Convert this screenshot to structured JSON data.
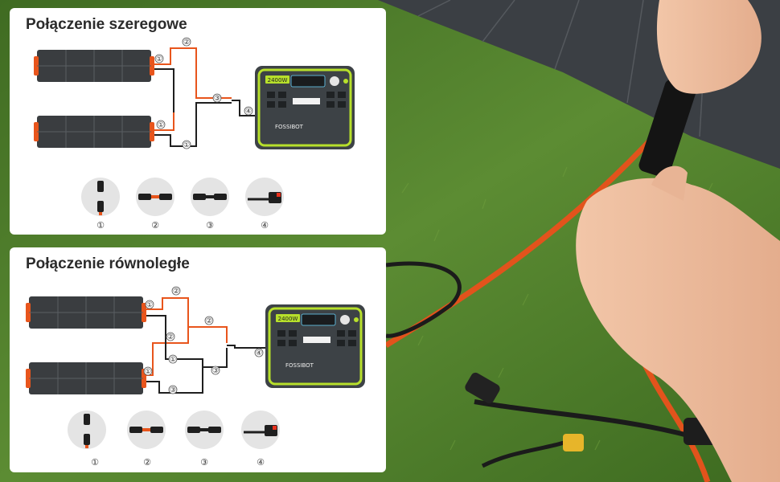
{
  "series_section": {
    "title": "Połączenie szeregowe",
    "device_brand": "FOSSIBOT",
    "device_badge": "2400W",
    "wire_markers": [
      "①",
      "②",
      "①",
      "①",
      "③",
      "④"
    ],
    "connector_labels": [
      "①",
      "②",
      "③",
      "④"
    ]
  },
  "parallel_section": {
    "title": "Połączenie równoległe",
    "device_brand": "FOSSIBOT",
    "device_badge": "2400W",
    "wire_markers": [
      "①",
      "②",
      "②",
      "②",
      "①",
      "①",
      "③",
      "④",
      "③"
    ],
    "connector_labels": [
      "①",
      "②",
      "③",
      "④"
    ]
  },
  "colors": {
    "red_wire": "#e8551c",
    "black_wire": "#1f1f1f",
    "accent_green": "#b7e02b",
    "panel_dark": "#3a3d40",
    "grass": "#4d7a2a"
  }
}
